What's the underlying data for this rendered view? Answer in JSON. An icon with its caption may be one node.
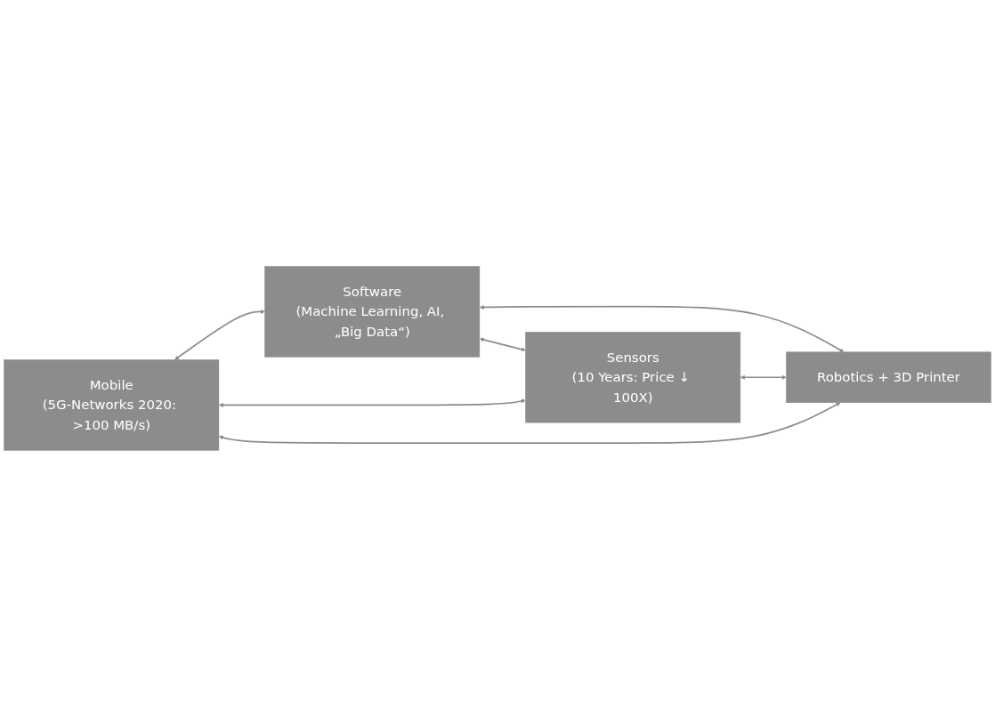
{
  "diagram": {
    "nodes": [
      {
        "text": [
          "Mobile",
          "(5G-Networks 2020: >100 MB/s)"
        ]
      },
      {
        "text": [
          "Software",
          "(Machine Learning, AI, „Big Data“)"
        ]
      },
      {
        "text": [
          "Sensors",
          "(10 Years: Price ↓ 100X)"
        ]
      },
      {
        "text": [
          "Robotics + 3D Printer"
        ]
      }
    ],
    "edges": [
      {
        "from": 0,
        "to": 1,
        "arrow": "both"
      },
      {
        "from": 0,
        "to": 2,
        "arrow": "both"
      },
      {
        "from": 1,
        "to": 3,
        "arrow": "both"
      },
      {
        "from": 2,
        "to": 3,
        "arrow": "both"
      },
      {
        "from": 0,
        "to": 3,
        "arrow": "both"
      },
      {
        "from": 1,
        "to": 2,
        "arrow": "both"
      }
    ]
  }
}
